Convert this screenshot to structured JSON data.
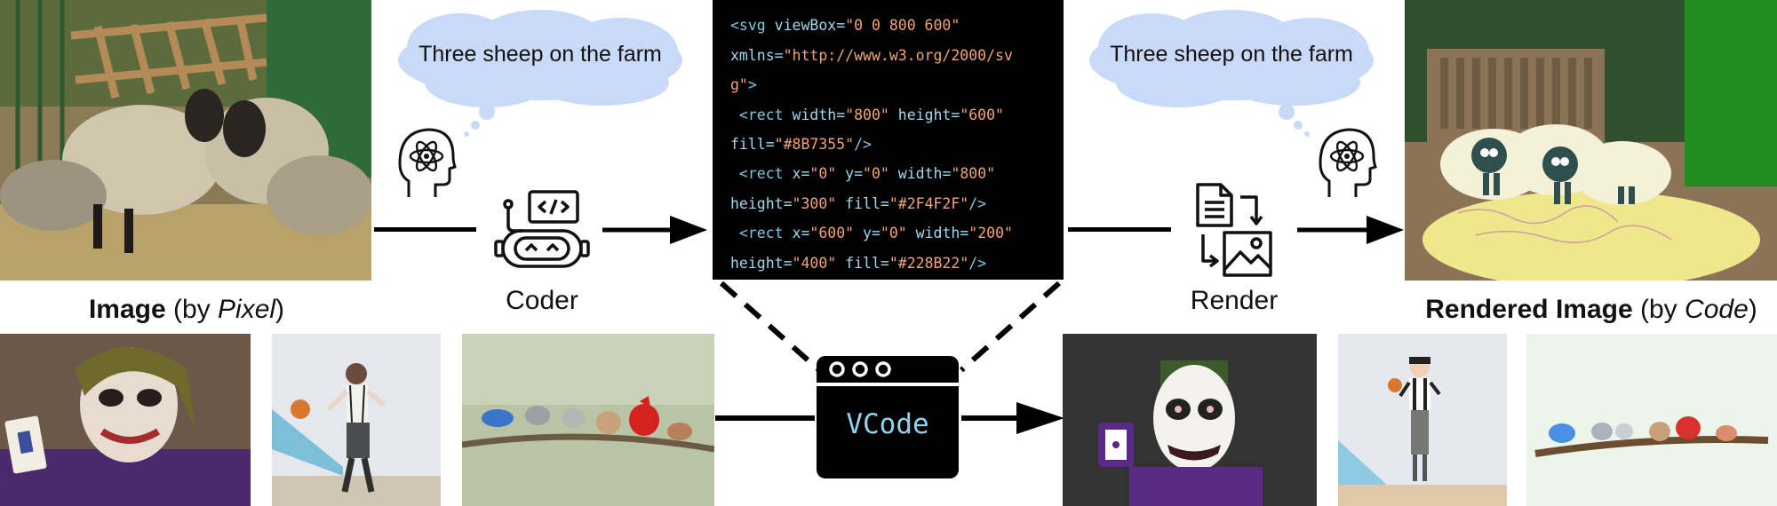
{
  "prompt": {
    "left": "Three sheep on the farm",
    "right": "Three sheep on the farm"
  },
  "labels": {
    "coder": "Coder",
    "render": "Render",
    "vcode": "VCode",
    "image_bold": "Image",
    "image_rest_open": " (by ",
    "image_italic": "Pixel",
    "image_rest_close": ")",
    "rendered_bold": "Rendered Image",
    "rendered_rest_open": " (by ",
    "rendered_italic": "Code",
    "rendered_rest_close": ")"
  },
  "code": [
    [
      {
        "t": "<svg ",
        "c": "tag"
      },
      {
        "t": "viewBox=",
        "c": "attr"
      },
      {
        "t": "\"0 0 800 600\"",
        "c": "val"
      }
    ],
    [
      {
        "t": "xmlns=",
        "c": "attr"
      },
      {
        "t": "\"http://www.w3.org/2000/sv",
        "c": "val"
      }
    ],
    [
      {
        "t": "g\"",
        "c": "val"
      },
      {
        "t": ">",
        "c": "tag"
      }
    ],
    [
      {
        "t": " <rect ",
        "c": "tag"
      },
      {
        "t": "width=",
        "c": "attr"
      },
      {
        "t": "\"800\"",
        "c": "val"
      },
      {
        "t": " height=",
        "c": "attr"
      },
      {
        "t": "\"600\"",
        "c": "val"
      }
    ],
    [
      {
        "t": "fill=",
        "c": "attr"
      },
      {
        "t": "\"#8B7355\"",
        "c": "val"
      },
      {
        "t": "/>",
        "c": "tag"
      }
    ],
    [
      {
        "t": " <rect ",
        "c": "tag"
      },
      {
        "t": "x=",
        "c": "attr"
      },
      {
        "t": "\"0\"",
        "c": "val"
      },
      {
        "t": " y=",
        "c": "attr"
      },
      {
        "t": "\"0\"",
        "c": "val"
      },
      {
        "t": " width=",
        "c": "attr"
      },
      {
        "t": "\"800\"",
        "c": "val"
      }
    ],
    [
      {
        "t": "height=",
        "c": "attr"
      },
      {
        "t": "\"300\"",
        "c": "val"
      },
      {
        "t": " fill=",
        "c": "attr"
      },
      {
        "t": "\"#2F4F2F\"",
        "c": "val"
      },
      {
        "t": "/>",
        "c": "tag"
      }
    ],
    [
      {
        "t": " <rect ",
        "c": "tag"
      },
      {
        "t": "x=",
        "c": "attr"
      },
      {
        "t": "\"600\"",
        "c": "val"
      },
      {
        "t": " y=",
        "c": "attr"
      },
      {
        "t": "\"0\"",
        "c": "val"
      },
      {
        "t": " width=",
        "c": "attr"
      },
      {
        "t": "\"200\"",
        "c": "val"
      }
    ],
    [
      {
        "t": "height=",
        "c": "attr"
      },
      {
        "t": "\"400\"",
        "c": "val"
      },
      {
        "t": " fill=",
        "c": "attr"
      },
      {
        "t": "\"#228B22\"",
        "c": "val"
      },
      {
        "t": "/>",
        "c": "tag"
      }
    ]
  ],
  "colors": {
    "cloud": "#c9daf8",
    "panel": "#000000",
    "arrow": "#000000"
  },
  "icons": [
    "brain-atom-icon",
    "robot-coder-icon",
    "document-image-render-icon",
    "browser-window-icon"
  ]
}
